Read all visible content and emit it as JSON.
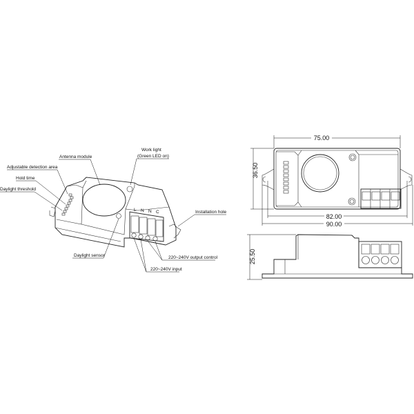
{
  "callouts": {
    "work_light": "Work light",
    "work_light_sub": "(Green LED on)",
    "antenna_module": "Antenna module",
    "adjustable_detection_area": "Adjustable detection area",
    "hold_time": "Hold time",
    "daylight_threshold": "Daylight threshold",
    "installation_hole": "Installation hole",
    "daylight_sensor": "Daylight sensor",
    "output_control": "220~240V output control",
    "input": "220~240V input"
  },
  "terminal_letters": [
    "L",
    "N",
    "N",
    "C"
  ],
  "dimensions": {
    "width_body": "75.00",
    "height_body": "36.50",
    "hole_spacing": "82.00",
    "overall_length": "90.00",
    "side_height": "25.50"
  }
}
